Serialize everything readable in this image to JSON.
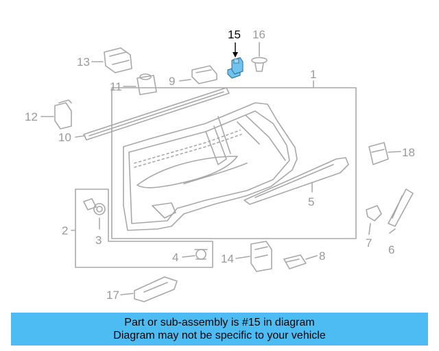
{
  "diagram": {
    "callouts": [
      {
        "id": "c1",
        "label": "1"
      },
      {
        "id": "c2",
        "label": "2"
      },
      {
        "id": "c3",
        "label": "3"
      },
      {
        "id": "c4",
        "label": "4"
      },
      {
        "id": "c5",
        "label": "5"
      },
      {
        "id": "c6",
        "label": "6"
      },
      {
        "id": "c7",
        "label": "7"
      },
      {
        "id": "c8",
        "label": "8"
      },
      {
        "id": "c9",
        "label": "9"
      },
      {
        "id": "c10",
        "label": "10"
      },
      {
        "id": "c11",
        "label": "11"
      },
      {
        "id": "c12",
        "label": "12"
      },
      {
        "id": "c13",
        "label": "13"
      },
      {
        "id": "c14",
        "label": "14"
      },
      {
        "id": "c15",
        "label": "15",
        "highlighted": true
      },
      {
        "id": "c16",
        "label": "16"
      },
      {
        "id": "c17",
        "label": "17"
      },
      {
        "id": "c18",
        "label": "18"
      }
    ],
    "colors": {
      "line": "#a8a8a8",
      "text": "#9a9a9a",
      "highlight_text": "#000000",
      "highlight_fill": "#6fc3ef",
      "banner": "#4cbcf2"
    }
  },
  "banner": {
    "line1": "Part or sub-assembly is #15 in diagram",
    "line2": "Diagram may not be specific to your vehicle"
  }
}
